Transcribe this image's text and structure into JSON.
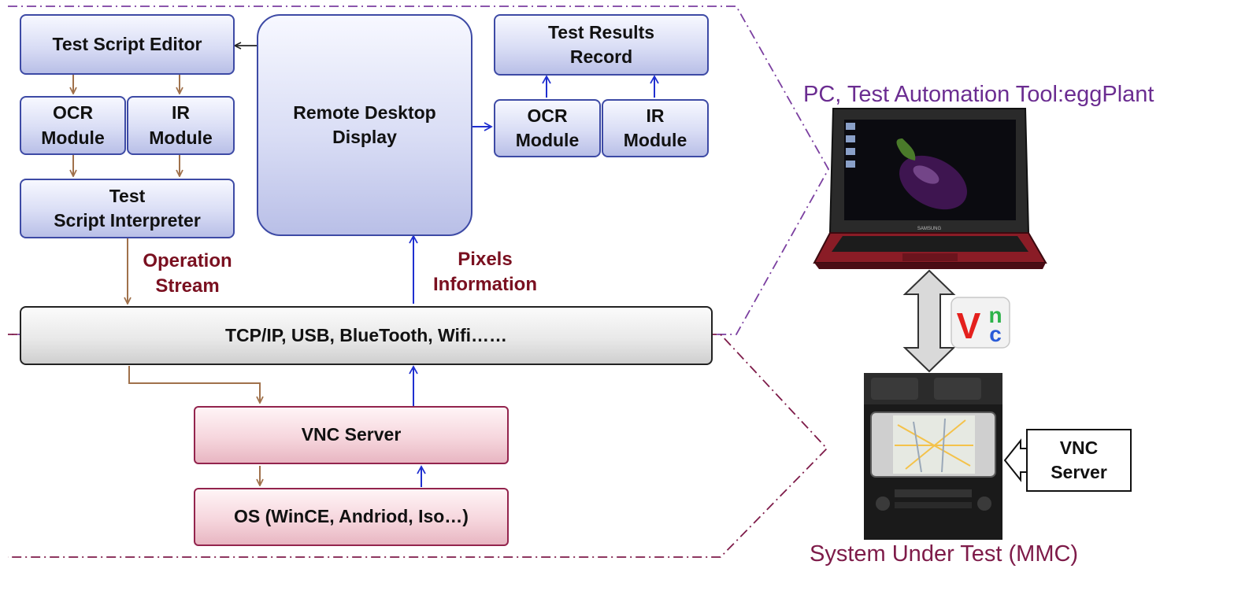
{
  "boxes": {
    "script_editor": "Test Script Editor",
    "ocr_left": "OCR\nModule",
    "ir_left": "IR\nModule",
    "interpreter": "Test\nScript  Interpreter",
    "remote_display": "Remote Desktop\nDisplay",
    "results": "Test Results\nRecord",
    "ocr_right": "OCR\nModule",
    "ir_right": "IR\nModule",
    "transport": "TCP/IP, USB, BlueTooth, Wifi……",
    "vnc_server": "VNC Server",
    "os": "OS (WinCE, Andriod, Iso…)"
  },
  "labels": {
    "operation_stream": "Operation\nStream",
    "pixels_information": "Pixels\nInformation"
  },
  "right_panel": {
    "pc_title": "PC, Test Automation Tool:eggPlant",
    "sut_title": "System Under Test (MMC)",
    "vnc_callout": "VNC\nServer",
    "laptop_brand": "SAMSUNG",
    "vnc_logo_v": "V",
    "vnc_logo_n": "n",
    "vnc_logo_c": "c"
  },
  "colors": {
    "blue_border": "#3d4aa5",
    "pink_border": "#93244d",
    "brown_arrow": "#a0714b",
    "blue_arrow": "#1f2fd0",
    "purple_dashes": "#7b3fa0",
    "maroon_dashes": "#7e1b49"
  }
}
